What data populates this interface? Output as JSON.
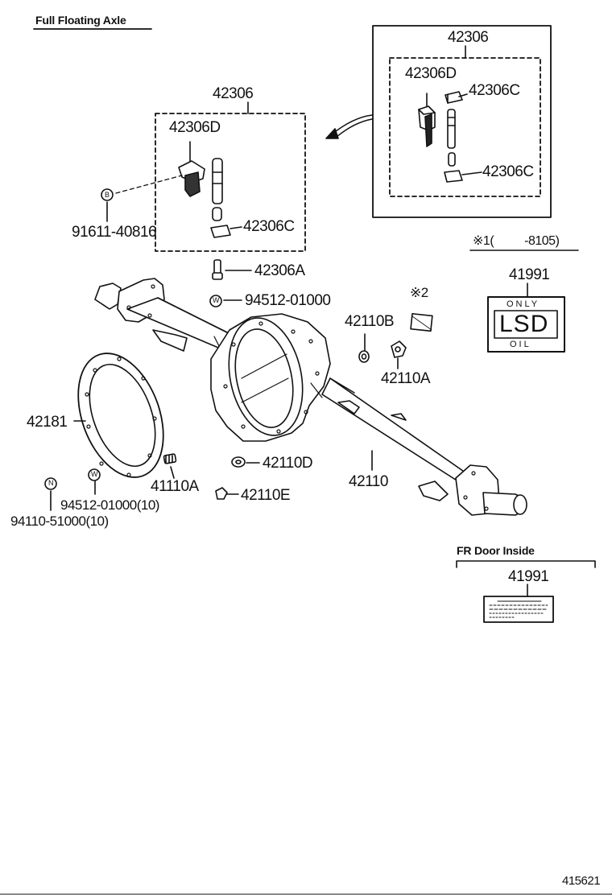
{
  "header": {
    "title": "Full Floating Axle"
  },
  "inset": {
    "assembly": "42306",
    "part_d": "42306D",
    "part_c_top": "42306C",
    "part_c_bottom": "42306C"
  },
  "main_labels": {
    "assembly": "42306",
    "part_d": "42306D",
    "bolt": "91611-40816",
    "part_c": "42306C",
    "part_a": "42306A",
    "washer_top": "94512-01000",
    "plug_b": "42110B",
    "plug_a": "42110A",
    "gasket": "42181",
    "housing": "42110",
    "part_d2": "42110D",
    "part_e": "42110E",
    "stud": "41110A",
    "washer_qty": "94512-01000(10)",
    "nut_qty": "94110-51000(10)",
    "note2": "※2"
  },
  "note1": {
    "symbol": "※1",
    "open": "(",
    "range": "-8105)"
  },
  "label_lsd": {
    "part": "41991",
    "top": "ONLY",
    "main": "LSD",
    "bottom": "OIL"
  },
  "fr_door": {
    "title": "FR Door Inside",
    "part": "41991"
  },
  "footer": {
    "code": "415621"
  },
  "icons": {
    "w_washer": "W",
    "n_nut": "N",
    "b_bolt": "B"
  }
}
